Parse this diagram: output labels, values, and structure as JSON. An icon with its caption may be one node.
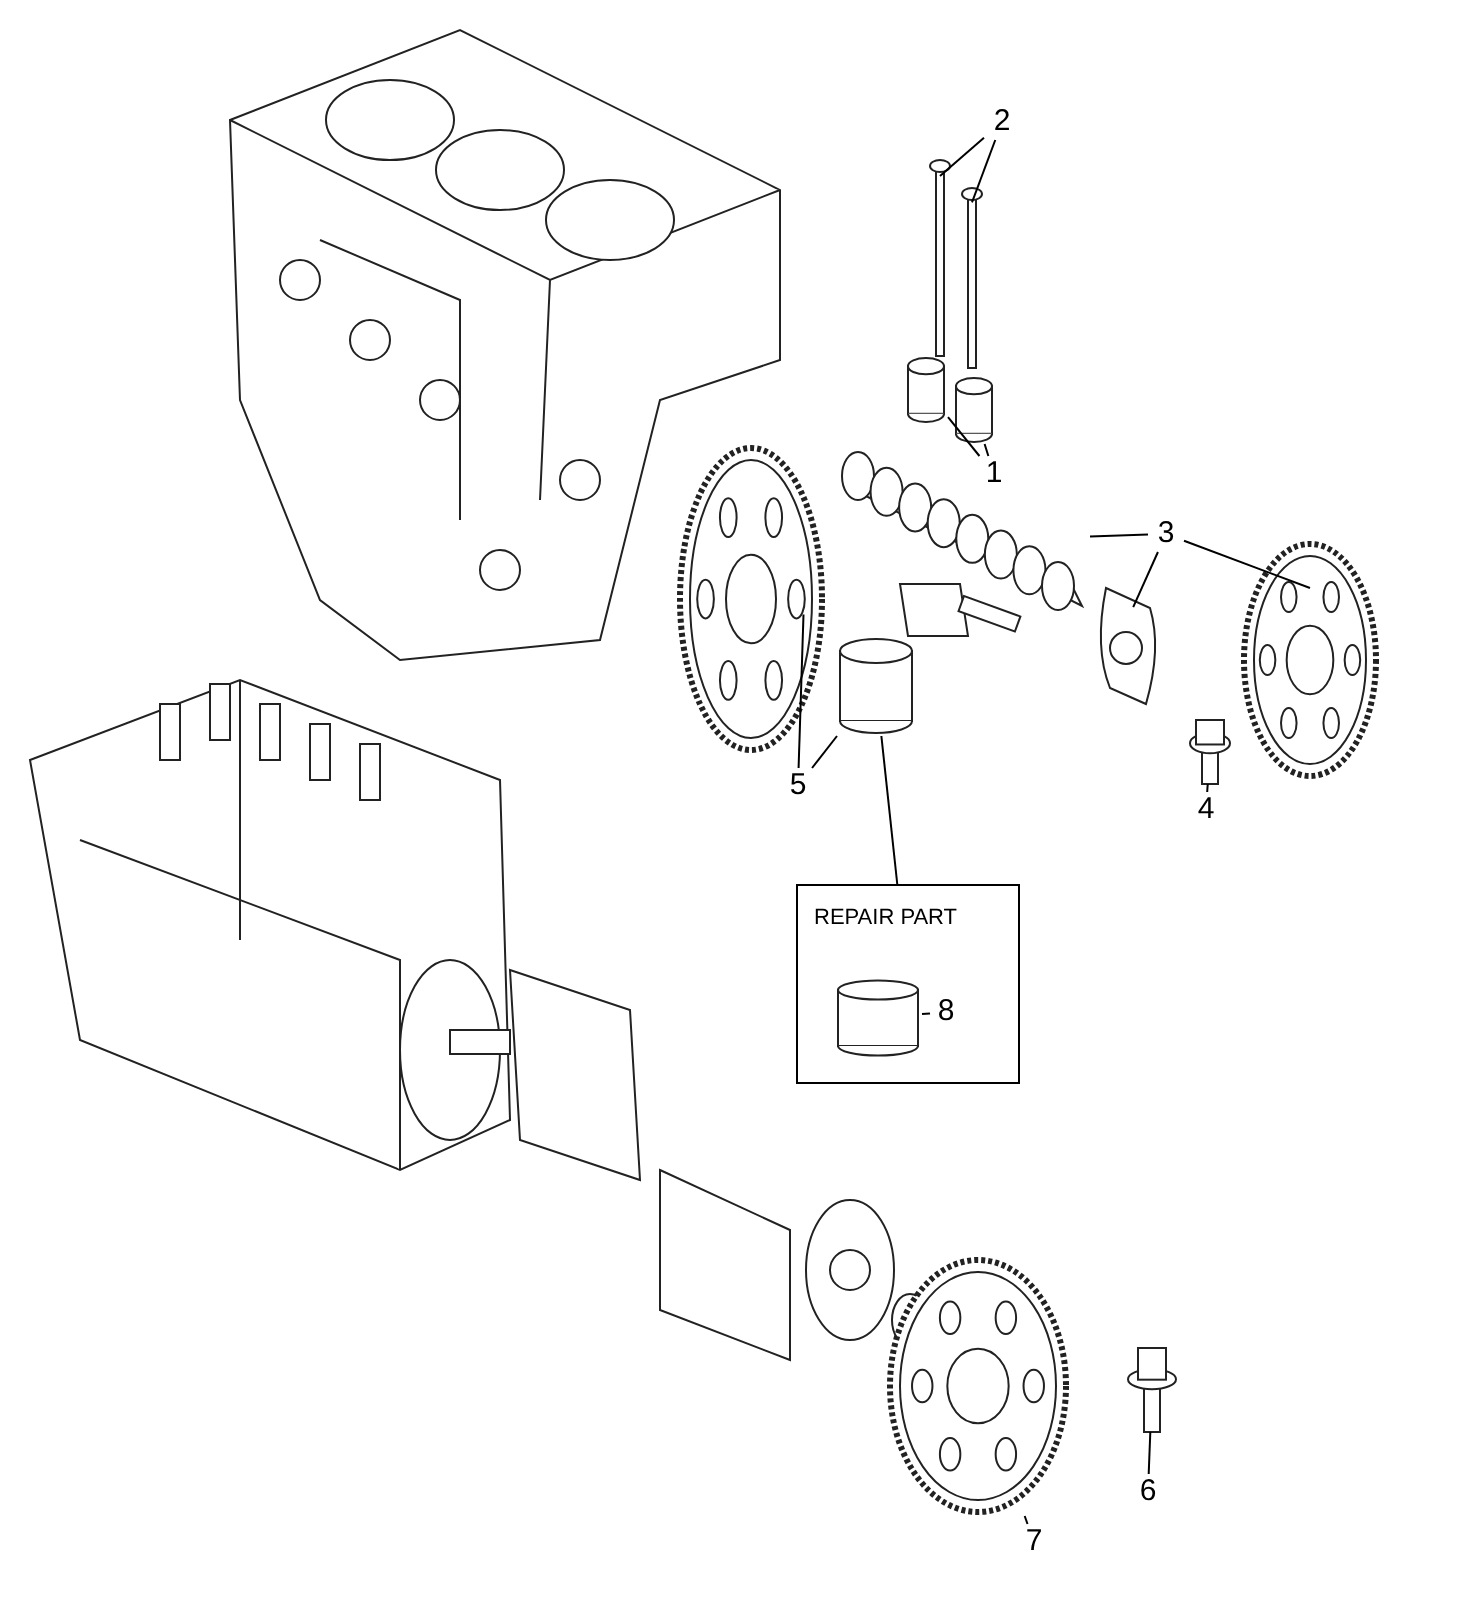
{
  "diagram": {
    "nodes": [
      {
        "text": [
          "2"
        ]
      },
      {
        "text": [],
        "shape": "picture"
      },
      {
        "text": [],
        "shape": "picture"
      },
      {
        "text": [
          "1"
        ]
      },
      {
        "text": [],
        "shape": "cylinder"
      },
      {
        "text": [],
        "shape": "cylinder"
      },
      {
        "text": [
          "3"
        ]
      },
      {
        "text": [],
        "shape": "picture"
      },
      {
        "text": [],
        "shape": "picture"
      },
      {
        "text": [],
        "shape": "picture"
      },
      {
        "text": [
          "4"
        ]
      },
      {
        "text": [],
        "shape": "picture"
      },
      {
        "text": [
          "5"
        ]
      },
      {
        "text": [],
        "shape": "picture"
      },
      {
        "text": [],
        "shape": "cylinder"
      },
      {
        "text": [
          "REPAIR PART"
        ]
      },
      {
        "text": [],
        "shape": "cylinder",
        "in": 15
      },
      {
        "text": [
          "8"
        ],
        "in": 15
      },
      {
        "text": [
          "6"
        ]
      },
      {
        "text": [],
        "shape": "picture"
      },
      {
        "text": [
          "7"
        ]
      },
      {
        "text": [],
        "shape": "picture"
      }
    ],
    "edges": [
      {
        "from": 0,
        "to": 1,
        "arrow": "none"
      },
      {
        "from": 0,
        "to": 2,
        "arrow": "none"
      },
      {
        "from": 3,
        "to": 4,
        "arrow": "none"
      },
      {
        "from": 3,
        "to": 5,
        "arrow": "none"
      },
      {
        "from": 6,
        "to": 7,
        "arrow": "none"
      },
      {
        "from": 6,
        "to": 8,
        "arrow": "none"
      },
      {
        "from": 6,
        "to": 9,
        "arrow": "none"
      },
      {
        "from": 10,
        "to": 11,
        "arrow": "none"
      },
      {
        "from": 12,
        "to": 13,
        "arrow": "none"
      },
      {
        "from": 12,
        "to": 14,
        "arrow": "none"
      },
      {
        "from": 14,
        "to": 15,
        "arrow": "none"
      },
      {
        "from": 17,
        "to": 16,
        "arrow": "none"
      },
      {
        "from": 18,
        "to": 19,
        "arrow": "none"
      },
      {
        "from": 20,
        "to": 21,
        "arrow": "none"
      }
    ]
  }
}
